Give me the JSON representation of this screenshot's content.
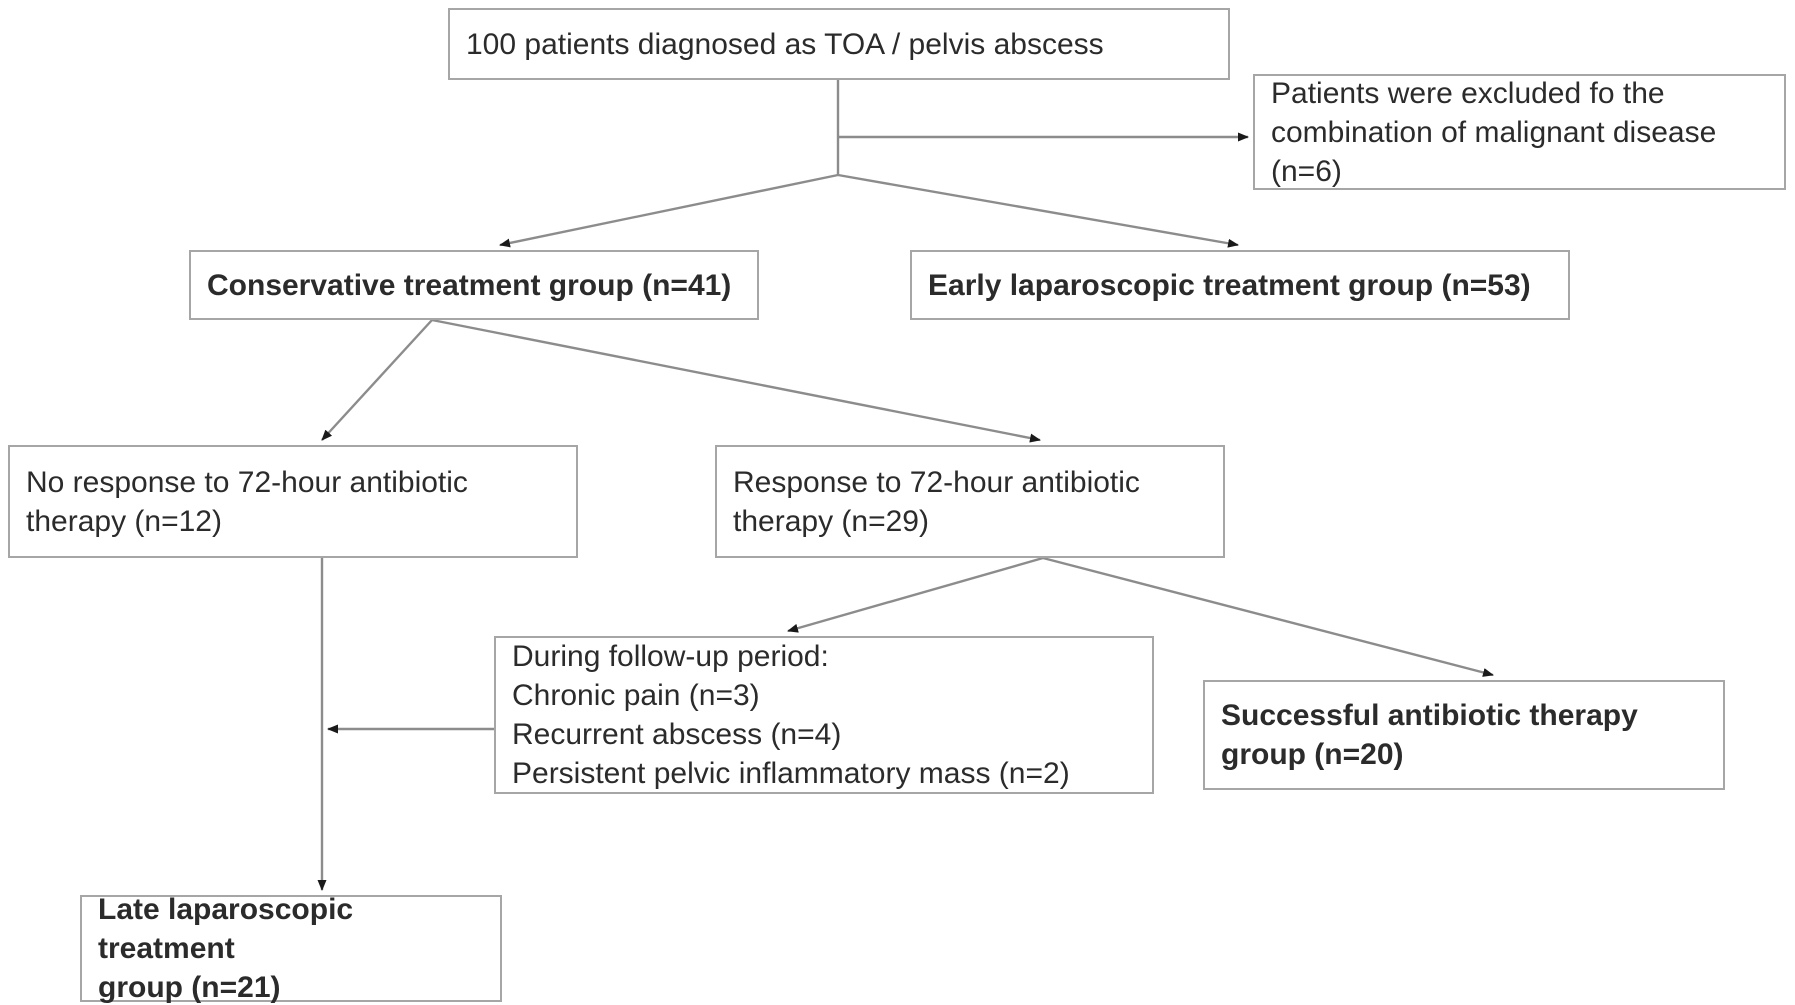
{
  "diagram": {
    "title": "Patient flow diagram: TOA / pelvis abscess treatment",
    "type": "flowchart",
    "colors": {
      "box_border": "#a6a6a6",
      "text": "#2b2b2b",
      "connector": "#8c8c8c",
      "background": "#ffffff"
    }
  },
  "nodes": {
    "total": {
      "id": "total-patients",
      "text": "100 patients diagnosed as TOA / pelvis abscess",
      "n": 100,
      "bold": false
    },
    "excluded": {
      "id": "excluded-patients",
      "line1": "Patients were excluded fo the",
      "line2": "combination of malignant disease",
      "line3": "(n=6)",
      "n": 6,
      "bold": false
    },
    "conservative": {
      "id": "conservative-group",
      "text": "Conservative treatment group (n=41)",
      "n": 41,
      "bold": true
    },
    "early_lap": {
      "id": "early-laparoscopic-group",
      "text": "Early laparoscopic treatment group (n=53)",
      "n": 53,
      "bold": true
    },
    "no_response": {
      "id": "no-response-72h",
      "line1": "No response to 72-hour antibiotic",
      "line2": "therapy (n=12)",
      "n": 12,
      "bold": false
    },
    "response": {
      "id": "response-72h",
      "line1": "Response to 72-hour antibiotic",
      "line2": "therapy (n=29)",
      "n": 29,
      "bold": false
    },
    "followup": {
      "id": "follow-up-events",
      "line1": "During follow-up period:",
      "line2": "Chronic pain (n=3)",
      "line3": "Recurrent abscess (n=4)",
      "line4": "Persistent pelvic inflammatory mass (n=2)",
      "counts": {
        "chronic_pain": 3,
        "recurrent_abscess": 4,
        "persistent_mass": 2
      },
      "bold": false
    },
    "successful": {
      "id": "successful-antibiotic-group",
      "line1": "Successful antibiotic therapy",
      "line2": "group (n=20)",
      "n": 20,
      "bold": true
    },
    "late_lap": {
      "id": "late-laparoscopic-group",
      "line1": "Late laparoscopic treatment",
      "line2": "group (n=21)",
      "n": 21,
      "bold": true
    }
  },
  "edges": [
    {
      "name": "total-to-excluded",
      "from": "total",
      "to": "excluded",
      "arrow": true
    },
    {
      "name": "total-to-conservative",
      "from": "total",
      "to": "conservative",
      "arrow": true
    },
    {
      "name": "total-to-early-lap",
      "from": "total",
      "to": "early_lap",
      "arrow": true
    },
    {
      "name": "conservative-to-no-response",
      "from": "conservative",
      "to": "no_response",
      "arrow": true
    },
    {
      "name": "conservative-to-response",
      "from": "conservative",
      "to": "response",
      "arrow": true
    },
    {
      "name": "response-to-followup",
      "from": "response",
      "to": "followup",
      "arrow": true
    },
    {
      "name": "response-to-successful",
      "from": "response",
      "to": "successful",
      "arrow": true
    },
    {
      "name": "followup-to-late-lap-join",
      "from": "followup",
      "to": "late_lap",
      "arrow": true
    },
    {
      "name": "no-response-to-late-lap",
      "from": "no_response",
      "to": "late_lap",
      "arrow": true
    }
  ]
}
